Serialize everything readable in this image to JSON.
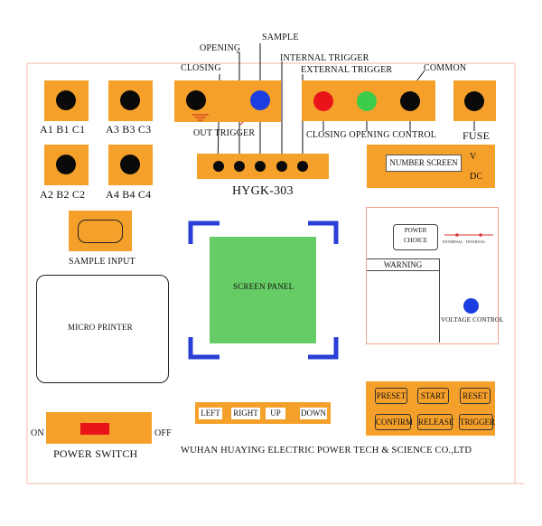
{
  "labels": {
    "sample": "SAMPLE",
    "opening": "OPENING",
    "internal_trigger": "INTERNAL TRIGGER",
    "external_trigger": "EXTERNAL TRIGGER",
    "closing": "CLOSING",
    "common": "COMMON",
    "out_trigger": "OUT TRIGGER",
    "closing_opening_control": "CLOSING OPENING CONTROL",
    "fuse": "FUSE",
    "model": "HYGK-303",
    "a1b1c1": "A1 B1 C1",
    "a3b3c3": "A3 B3 C3",
    "a2b2c2": "A2 B2 C2",
    "a4b4c4": "A4 B4 C4",
    "sample_input": "SAMPLE INPUT",
    "micro_printer": "MICRO PRINTER",
    "screen_panel": "SCREEN PANEL",
    "number_screen": "NUMBER SCREEN",
    "v": "V",
    "dc": "DC",
    "power_choice_1": "POWER",
    "power_choice_2": "CHOICE",
    "external": "EXTERNAL",
    "internal": "INTERNAL",
    "warning": "WARNING",
    "voltage_control": "VOLTAGE CONTROL",
    "on": "ON",
    "off": "OFF",
    "power_switch": "POWER SWITCH",
    "company": "WUHAN HUAYING ELECTRIC POWER TECH & SCIENCE CO.,LTD"
  },
  "nav_buttons": [
    "LEFT",
    "RIGHT",
    "UP",
    "DOWN"
  ],
  "control_buttons": [
    "PRESET",
    "START",
    "RESET",
    "CONFIRM",
    "RELEASE",
    "TRIGGER"
  ],
  "colors": {
    "panel_orange": "#f5a02a",
    "screen_green": "#66cc66",
    "bracket_blue": "#2a3fd6",
    "closing_red": "#e8141a",
    "opening_green": "#3bcc4a",
    "trigger_blue": "#1a3ee0",
    "switch_red": "#e8141a",
    "outline_salmon": "#f0a58a"
  }
}
